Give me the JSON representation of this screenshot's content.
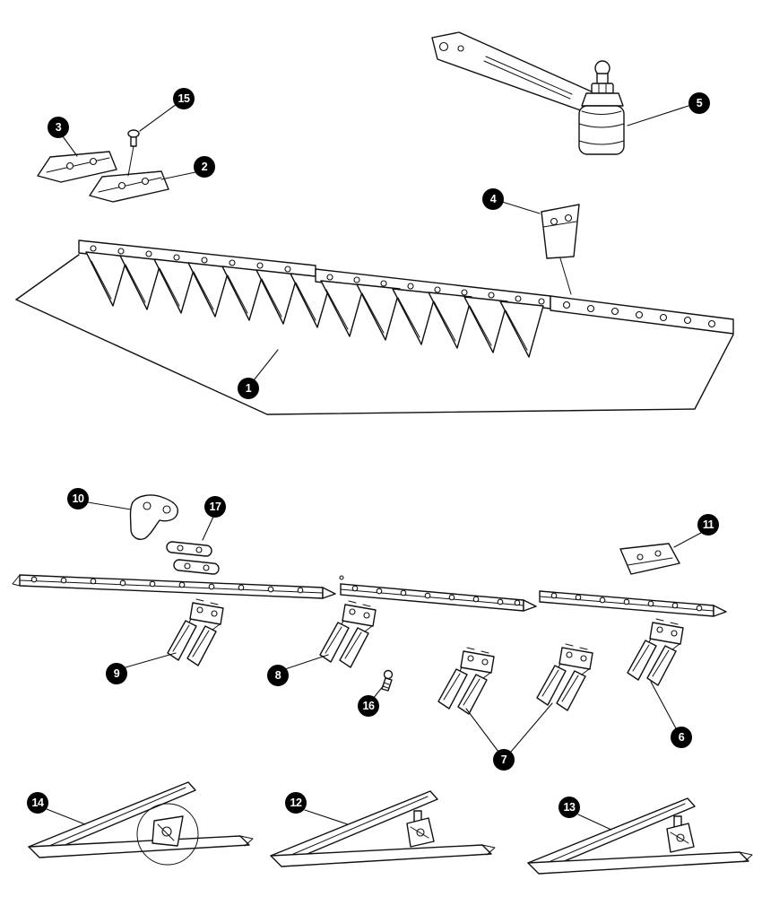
{
  "figure": {
    "background": "#ffffff",
    "line_color": "#111111",
    "callout_background": "#000000",
    "callout_text_color": "#ffffff"
  },
  "callouts": {
    "items": [
      {
        "number": "1"
      },
      {
        "number": "2"
      },
      {
        "number": "3"
      },
      {
        "number": "4"
      },
      {
        "number": "5"
      },
      {
        "number": "6"
      },
      {
        "number": "7"
      },
      {
        "number": "8"
      },
      {
        "number": "9"
      },
      {
        "number": "10"
      },
      {
        "number": "11"
      },
      {
        "number": "12"
      },
      {
        "number": "13"
      },
      {
        "number": "14"
      },
      {
        "number": "15"
      },
      {
        "number": "16"
      },
      {
        "number": "17"
      }
    ]
  }
}
